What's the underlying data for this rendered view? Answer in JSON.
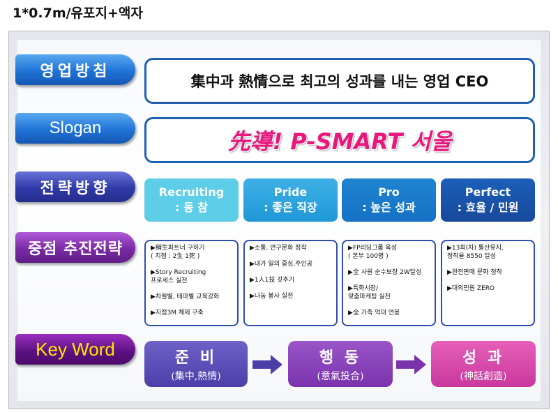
{
  "header": {
    "title": "1*0.7m/유포지+액자"
  },
  "rows": {
    "policy_label": "영업방침",
    "slogan_label": "Slogan",
    "strategy_label": "전략방향",
    "priority_label": "중점 추진전략",
    "keyword_label": "Key Word"
  },
  "policy_text": "集中과 熱情으로 최고의 성과를 내는 영업 CEO",
  "slogan_text": "先導!  P-SMART 서울",
  "strategies": [
    {
      "title": "Recruiting",
      "sub": ": 동 참"
    },
    {
      "title": "Pride",
      "sub": ": 좋은 직장"
    },
    {
      "title": "Pro",
      "sub": ": 높은 성과"
    },
    {
      "title": "Perfect",
      "sub": ": 효율 / 민원"
    }
  ],
  "priorities": [
    [
      "▶稍生파트너 구하기\n( 지점 : 2生 1死 )",
      "▶Story Recruiting\n프로세스 실천",
      "▶차월별, 테마별 교육강화",
      "▶지점3M 체제 구축"
    ],
    [
      "▶소통, 연구문화 정착",
      "▶내가 일의 중심,주인공",
      "▶1人1技 갖추기",
      "▶나눔 봉사 실천"
    ],
    [
      "▶FP리딩그룹 육성\n( 본부 100명 )",
      "▶全 사원 순수보장 2W달성",
      "▶특화시장/\n맞춤마케팅 실천",
      "▶全 가족 억대 연봉"
    ],
    [
      "▶13회(차) 통산유지,\n정착율 8550 달성",
      "▶완전판매 문화 정착",
      "▶대외민원 ZERO"
    ]
  ],
  "keywords": [
    {
      "title": "준 비",
      "sub": "(集中,熱情)"
    },
    {
      "title": "행 동",
      "sub": "(意氣投合)"
    },
    {
      "title": "성 과",
      "sub": "(神話創造)"
    }
  ]
}
